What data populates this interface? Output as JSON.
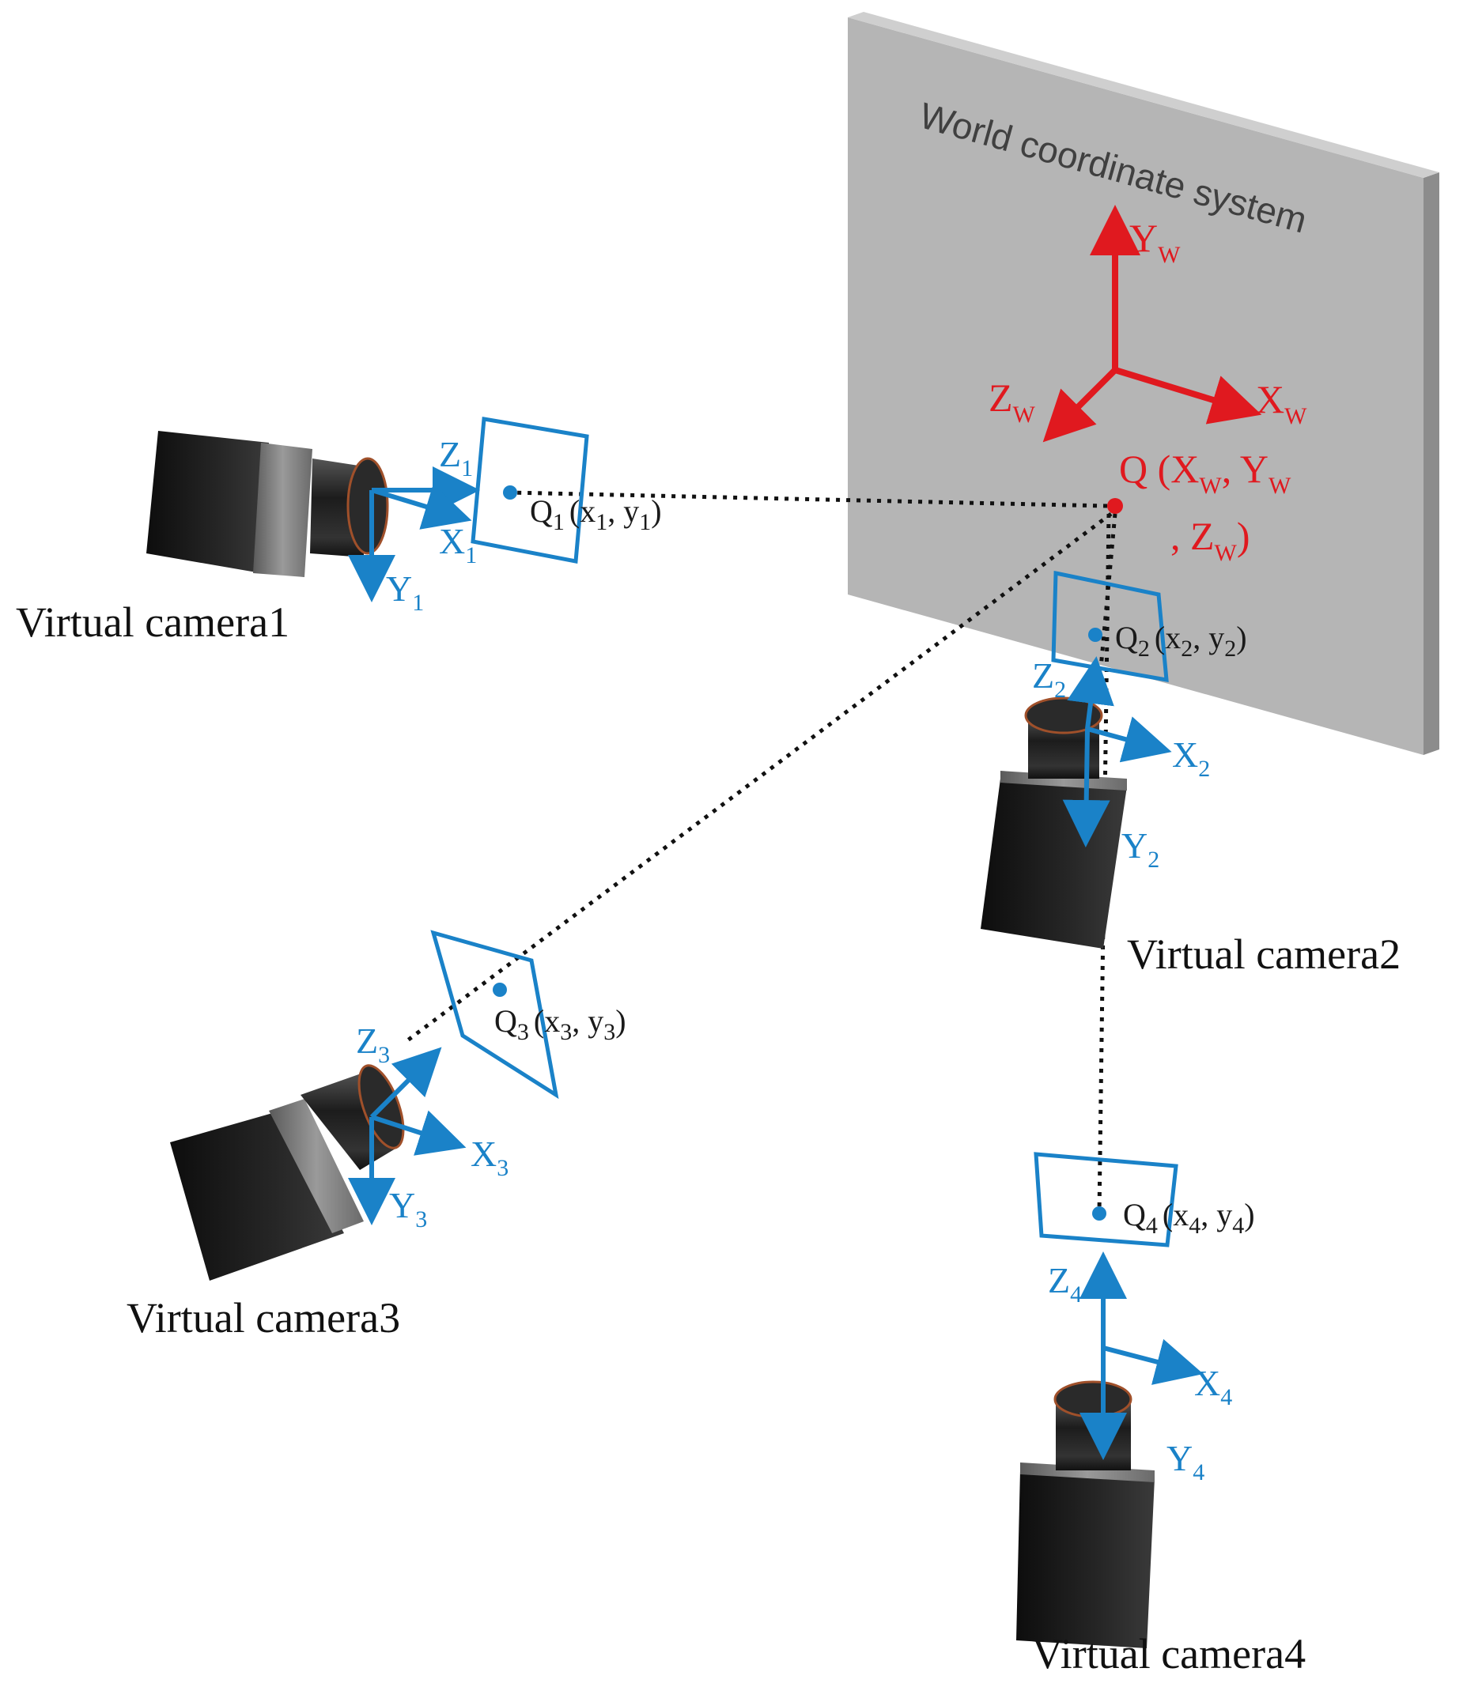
{
  "world": {
    "title": "World coordinate system",
    "axis_y": "Y",
    "axis_x": "X",
    "axis_z": "Z",
    "axis_sub": "W",
    "point_label": "Q (X",
    "point_sub": "W",
    "point_sep1": ", Y",
    "point_sep2": ", Z",
    "point_close": ")"
  },
  "cameras": [
    {
      "name": "Virtual camera1",
      "z": "Z",
      "x": "X",
      "y": "Y",
      "idx": "1",
      "q": "Q",
      "coord_open": "(x",
      "coord_mid": ", y",
      "coord_close": ")"
    },
    {
      "name": "Virtual camera2",
      "z": "Z",
      "x": "X",
      "y": "Y",
      "idx": "2",
      "q": "Q",
      "coord_open": "(x",
      "coord_mid": ", y",
      "coord_close": ")"
    },
    {
      "name": "Virtual camera3",
      "z": "Z",
      "x": "X",
      "y": "Y",
      "idx": "3",
      "q": "Q",
      "coord_open": "(x",
      "coord_mid": ", y",
      "coord_close": ")"
    },
    {
      "name": "Virtual camera4",
      "z": "Z",
      "x": "X",
      "y": "Y",
      "idx": "4",
      "q": "Q",
      "coord_open": "(x",
      "coord_mid": ", y",
      "coord_close": ")"
    }
  ],
  "colors": {
    "camera_axes": "#1a82c8",
    "world_axes": "#e0191f",
    "wall": "#b5b5b5",
    "camera_body": "#1a1a1a"
  }
}
